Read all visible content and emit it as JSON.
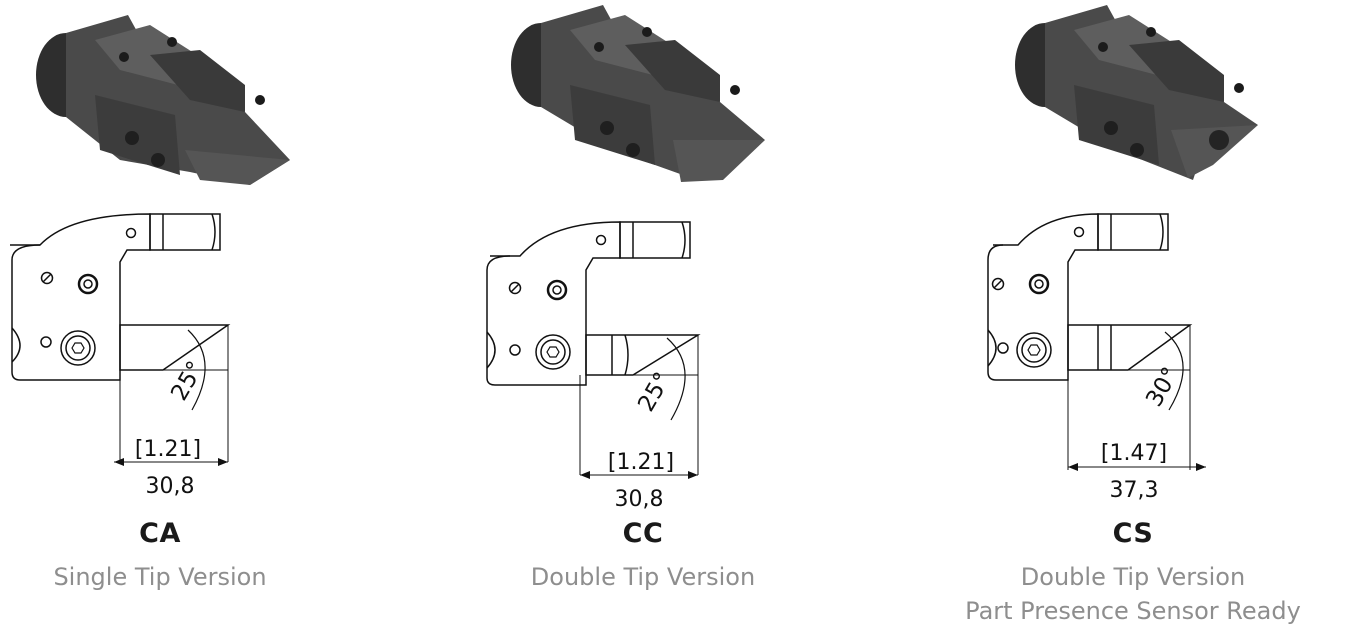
{
  "variants": [
    {
      "code": "CA",
      "description": "Single Tip Version",
      "description_2": "",
      "angle": "25°",
      "dim_inch": "[1.21]",
      "dim_mm": "30,8",
      "tip": "single"
    },
    {
      "code": "CC",
      "description": "Double Tip Version",
      "description_2": "",
      "angle": "25°",
      "dim_inch": "[1.21]",
      "dim_mm": "30,8",
      "tip": "double"
    },
    {
      "code": "CS",
      "description": "Double Tip Version",
      "description_2": "Part Presence Sensor Ready",
      "angle": "30°",
      "dim_inch": "[1.47]",
      "dim_mm": "37,3",
      "tip": "double-sensor"
    }
  ]
}
